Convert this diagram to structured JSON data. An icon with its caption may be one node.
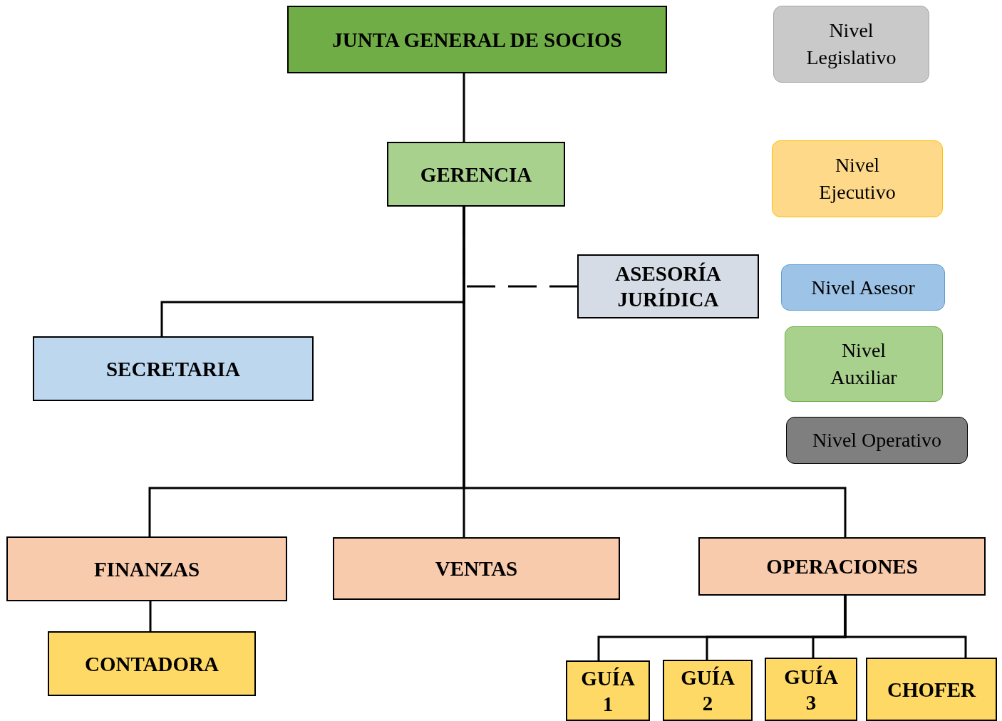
{
  "diagram": {
    "nodes": [
      {
        "text": [
          "JUNTA GENERAL DE SOCIOS"
        ]
      },
      {
        "text": [
          "GERENCIA"
        ]
      },
      {
        "text": [
          "ASESORÍA JURÍDICA"
        ]
      },
      {
        "text": [
          "SECRETARIA"
        ]
      },
      {
        "text": [
          "FINANZAS"
        ]
      },
      {
        "text": [
          "VENTAS"
        ]
      },
      {
        "text": [
          "OPERACIONES"
        ]
      },
      {
        "text": [
          "CONTADORA"
        ]
      },
      {
        "text": [
          "GUÍA 1"
        ]
      },
      {
        "text": [
          "GUÍA 2"
        ]
      },
      {
        "text": [
          "GUÍA 3"
        ]
      },
      {
        "text": [
          "CHOFER"
        ]
      }
    ],
    "edges": [
      {
        "from": 0,
        "to": 1,
        "arrow": "none"
      },
      {
        "from": 1,
        "to": 2,
        "arrow": "none",
        "style": "dashed"
      },
      {
        "from": 1,
        "to": 3,
        "arrow": "none"
      },
      {
        "from": 1,
        "to": 4,
        "arrow": "none"
      },
      {
        "from": 1,
        "to": 5,
        "arrow": "none"
      },
      {
        "from": 1,
        "to": 6,
        "arrow": "none"
      },
      {
        "from": 4,
        "to": 7,
        "arrow": "none"
      },
      {
        "from": 6,
        "to": 8,
        "arrow": "none"
      },
      {
        "from": 6,
        "to": 9,
        "arrow": "none"
      },
      {
        "from": 6,
        "to": 10,
        "arrow": "none"
      },
      {
        "from": 6,
        "to": 11,
        "arrow": "none"
      }
    ],
    "legend": [
      {
        "text": "Nivel Legislativo",
        "color": "#c9c9c9"
      },
      {
        "text": "Nivel Ejecutivo",
        "color": "#ffd98a"
      },
      {
        "text": "Nivel Asesor",
        "color": "#9dc3e6"
      },
      {
        "text": "Nivel Auxiliar",
        "color": "#a9d18e"
      },
      {
        "text": "Nivel Operativo",
        "color": "#7f7f7f"
      }
    ]
  }
}
